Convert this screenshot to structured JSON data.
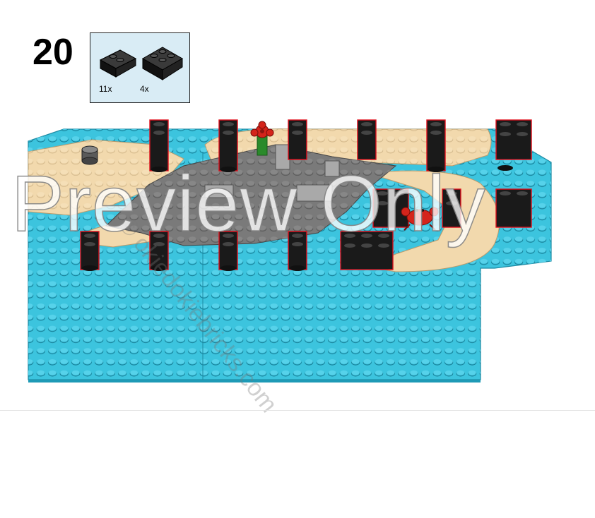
{
  "step": {
    "number": "20"
  },
  "parts": [
    {
      "count": "11x",
      "icon": "black-slope-brick-2x2-icon"
    },
    {
      "count": "4x",
      "icon": "black-corner-slope-brick-icon"
    }
  ],
  "watermarks": {
    "diagonal": "© okiedokiebricks.com",
    "overlay": "Preview Only"
  },
  "colors": {
    "baseplate": "#3cc4de",
    "tan": "#f2d9ad",
    "dark_gray": "#7a7a7a",
    "light_gray": "#a9a9a9",
    "black_brick": "#1a1a1a",
    "highlight_red": "#e0101c",
    "crab_red": "#d4241b",
    "stem_green": "#2a8a2a"
  }
}
